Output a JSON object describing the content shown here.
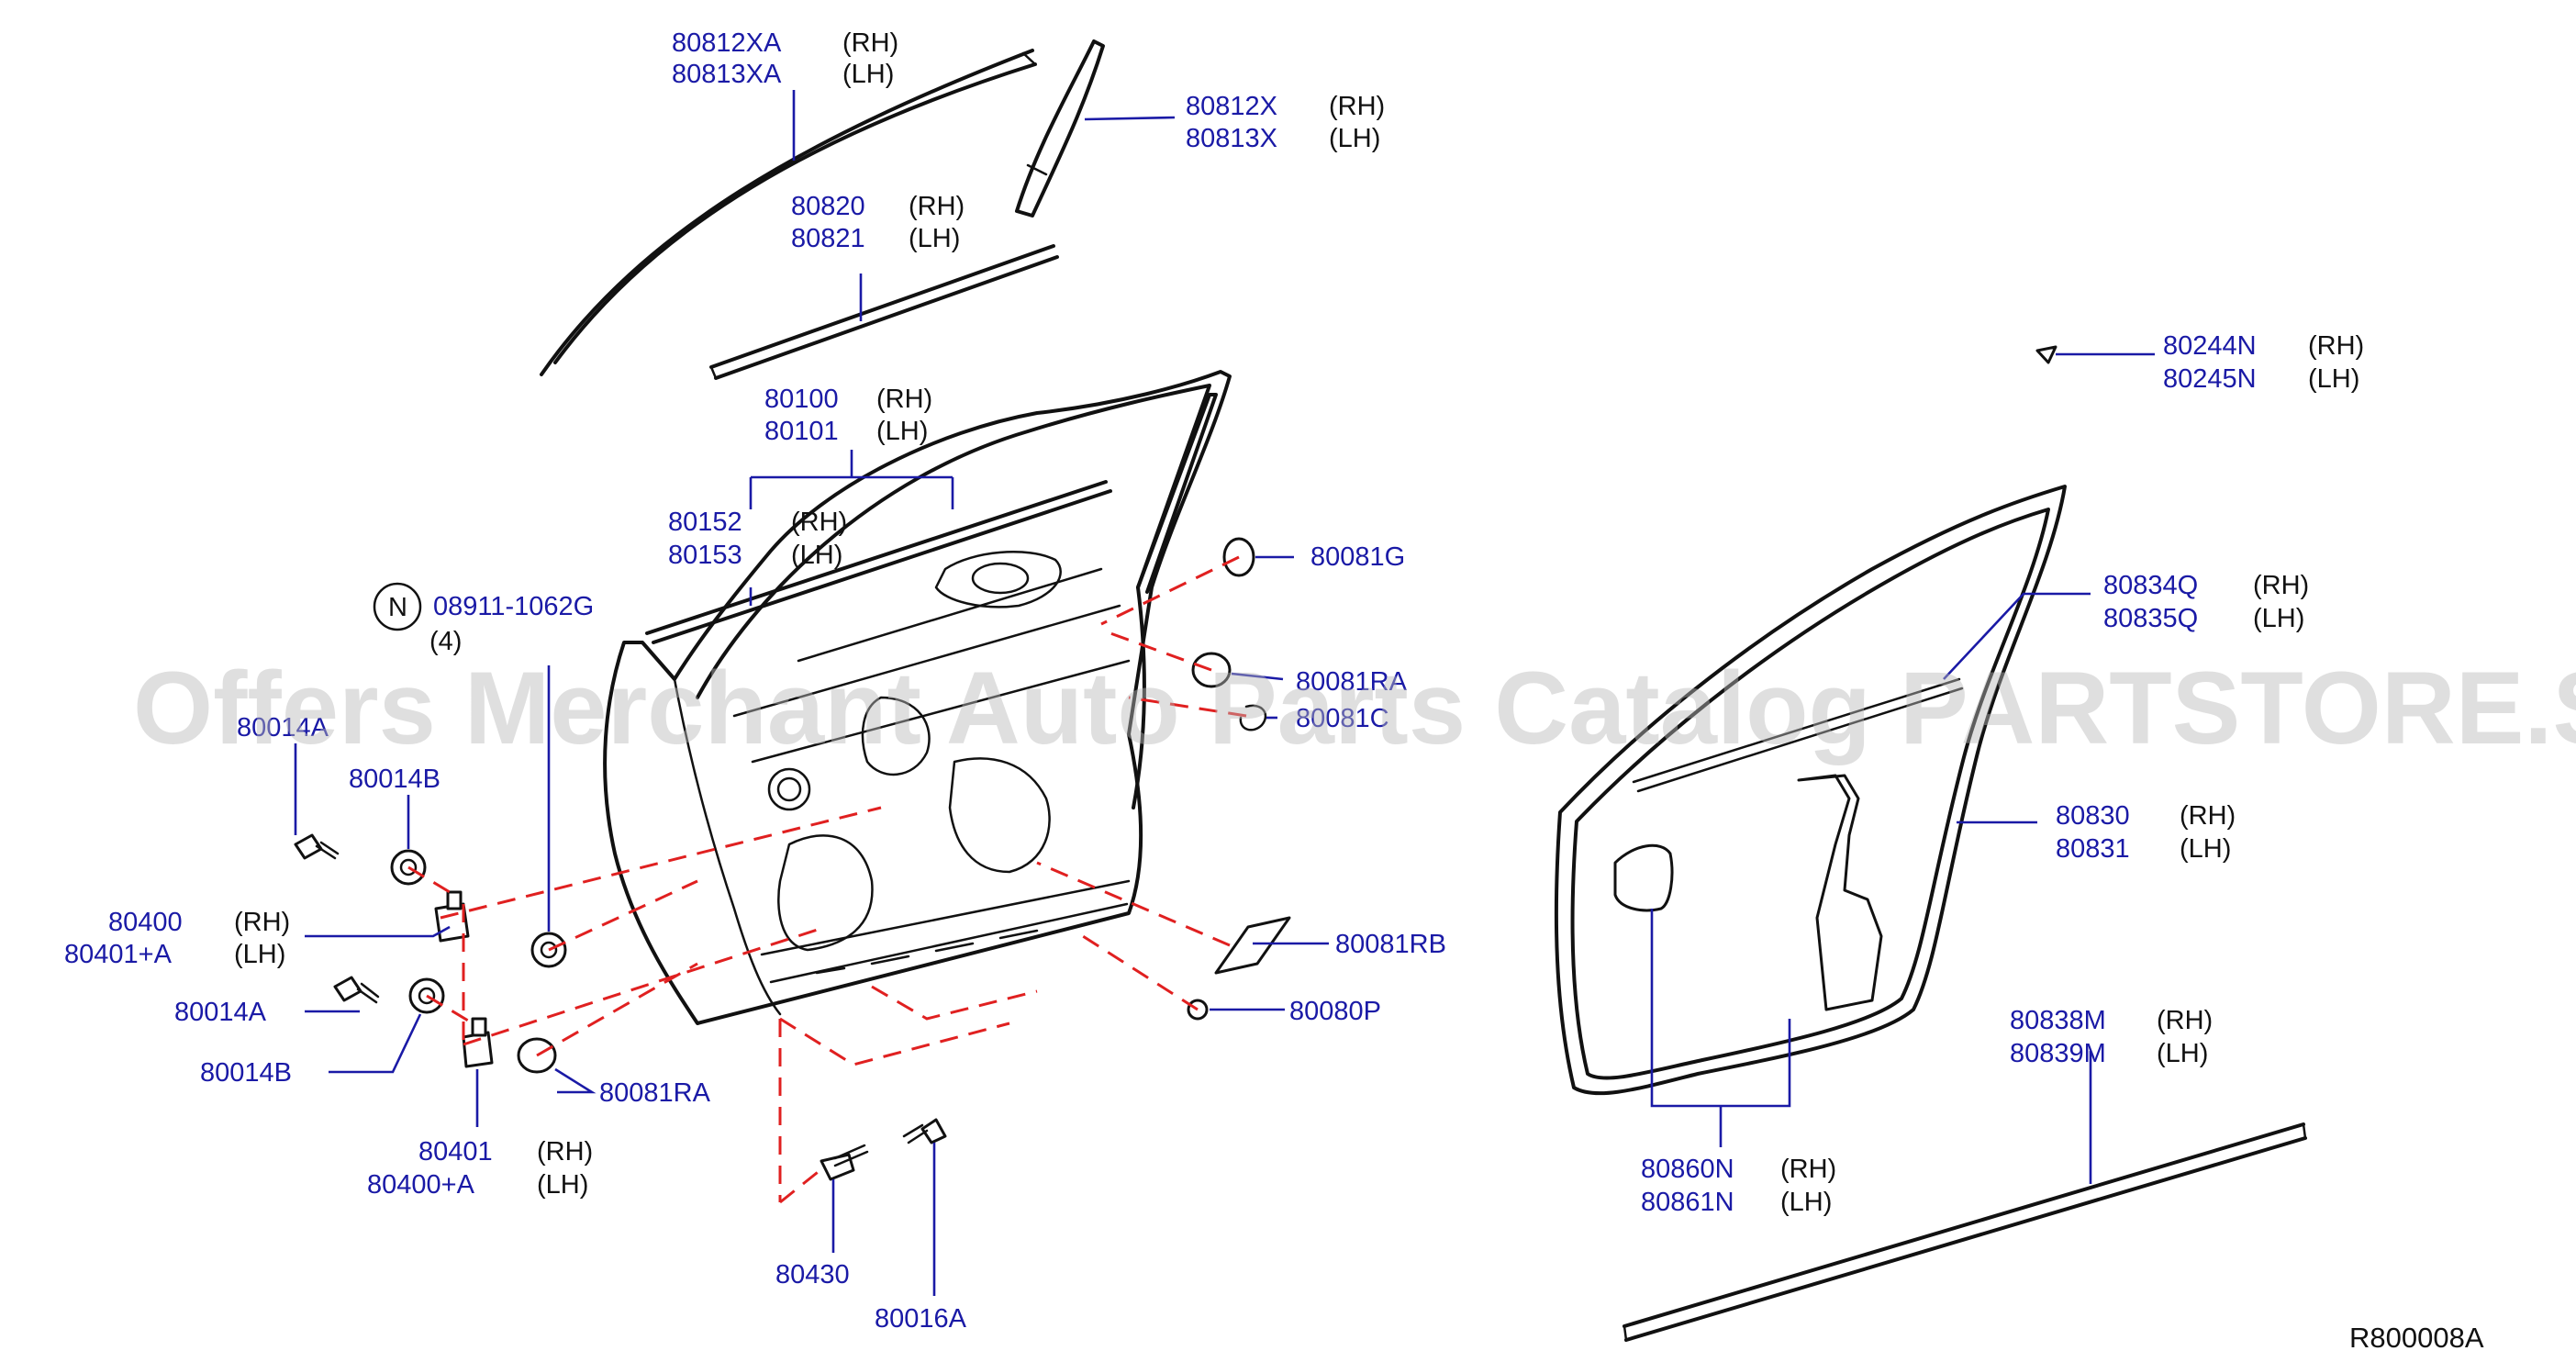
{
  "watermark": "Offers Merchant Auto Parts Catalog PARTSTORE.SA",
  "diagram_code": "R800008A",
  "note_symbol": "N",
  "callouts": [
    {
      "id": "c1",
      "part": "80812XA",
      "side": "(RH)"
    },
    {
      "id": "c2",
      "part": "80813XA",
      "side": "(LH)"
    },
    {
      "id": "c3",
      "part": "80812X",
      "side": "(RH)"
    },
    {
      "id": "c4",
      "part": "80813X",
      "side": "(LH)"
    },
    {
      "id": "c5",
      "part": "80820",
      "side": "(RH)"
    },
    {
      "id": "c6",
      "part": "80821",
      "side": "(LH)"
    },
    {
      "id": "c7",
      "part": "80100",
      "side": "(RH)"
    },
    {
      "id": "c8",
      "part": "80101",
      "side": "(LH)"
    },
    {
      "id": "c9",
      "part": "80152",
      "side": "(RH)"
    },
    {
      "id": "c10",
      "part": "80153",
      "side": "(LH)"
    },
    {
      "id": "c11",
      "part": "08911-1062G",
      "side": "(4)"
    },
    {
      "id": "c12",
      "part": "80081G",
      "side": ""
    },
    {
      "id": "c13",
      "part": "80081RA",
      "side": ""
    },
    {
      "id": "c14",
      "part": "80081C",
      "side": ""
    },
    {
      "id": "c15",
      "part": "80014A",
      "side": ""
    },
    {
      "id": "c16",
      "part": "80014B",
      "side": ""
    },
    {
      "id": "c17",
      "part": "80400",
      "side": "(RH)"
    },
    {
      "id": "c18",
      "part": "80401+A",
      "side": "(LH)"
    },
    {
      "id": "c19",
      "part": "80014A",
      "side": ""
    },
    {
      "id": "c20",
      "part": "80014B",
      "side": ""
    },
    {
      "id": "c21",
      "part": "80401",
      "side": "(RH)"
    },
    {
      "id": "c22",
      "part": "80400+A",
      "side": "(LH)"
    },
    {
      "id": "c23",
      "part": "80081RA",
      "side": ""
    },
    {
      "id": "c24",
      "part": "80430",
      "side": ""
    },
    {
      "id": "c25",
      "part": "80016A",
      "side": ""
    },
    {
      "id": "c26",
      "part": "80081RB",
      "side": ""
    },
    {
      "id": "c27",
      "part": "80080P",
      "side": ""
    },
    {
      "id": "c28",
      "part": "80244N",
      "side": "(RH)"
    },
    {
      "id": "c29",
      "part": "80245N",
      "side": "(LH)"
    },
    {
      "id": "c30",
      "part": "80834Q",
      "side": "(RH)"
    },
    {
      "id": "c31",
      "part": "80835Q",
      "side": "(LH)"
    },
    {
      "id": "c32",
      "part": "80830",
      "side": "(RH)"
    },
    {
      "id": "c33",
      "part": "80831",
      "side": "(LH)"
    },
    {
      "id": "c34",
      "part": "80838M",
      "side": "(RH)"
    },
    {
      "id": "c35",
      "part": "80839M",
      "side": "(LH)"
    },
    {
      "id": "c36",
      "part": "80860N",
      "side": "(RH)"
    },
    {
      "id": "c37",
      "part": "80861N",
      "side": "(LH)"
    }
  ]
}
